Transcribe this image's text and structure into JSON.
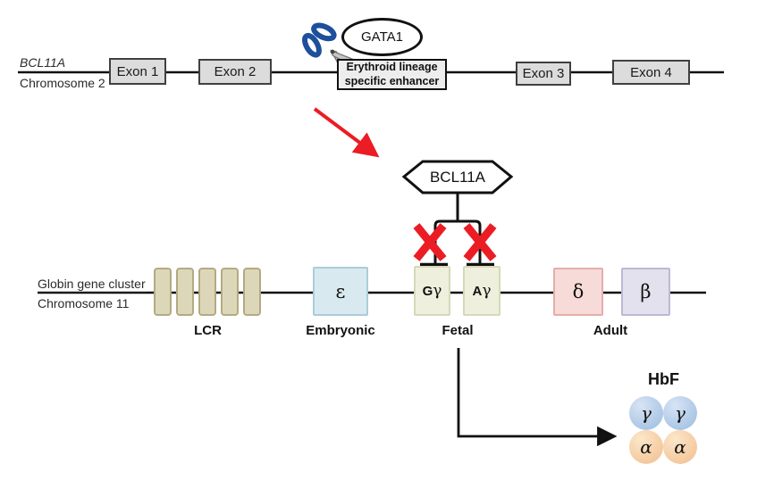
{
  "top_track": {
    "gene": "BCL11A",
    "chromosome": "Chromosome 2",
    "exon1": "Exon 1",
    "exon2": "Exon 2",
    "exon3": "Exon 3",
    "exon4": "Exon 4",
    "enhancer_line1": "Erythroid lineage",
    "enhancer_line2": "specific enhancer",
    "gata1": "GATA1"
  },
  "repressor": {
    "label": "BCL11A"
  },
  "bottom_track": {
    "cluster": "Globin gene cluster",
    "chromosome": "Chromosome 11",
    "lcr": "LCR",
    "epsilon": "ε",
    "g_prefix": "G",
    "a_prefix": "A",
    "gamma": "γ",
    "delta": "δ",
    "beta": "β",
    "embryonic": "Embryonic",
    "fetal": "Fetal",
    "adult": "Adult"
  },
  "hbf": {
    "title": "HbF",
    "gamma1": "γ",
    "gamma2": "γ",
    "alpha1": "α",
    "alpha2": "α"
  },
  "colors": {
    "inhibition_red": "#ec1c24",
    "exon_fill": "#dcdcdc",
    "lcr_fill": "#ddd7ba",
    "epsilon_fill": "#d8eaf0",
    "gamma_gene_fill": "#eef0dd",
    "delta_fill": "#f7dbd9",
    "beta_fill": "#e4e1ee",
    "hb_gamma_fill": "#b5cde9",
    "hb_alpha_fill": "#f6d0a8"
  }
}
